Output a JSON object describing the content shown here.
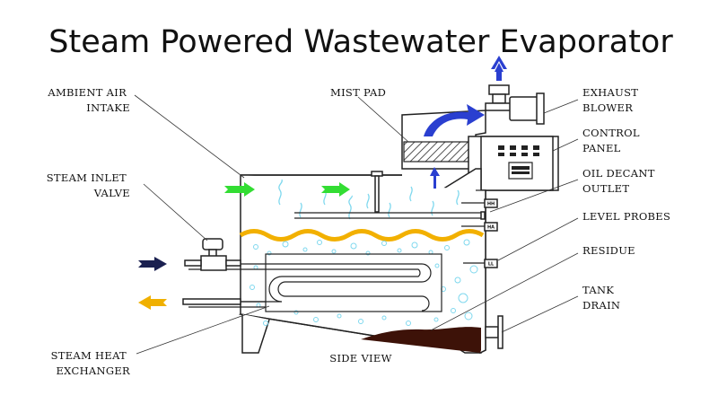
{
  "title": "Steam Powered Wastewater Evaporator",
  "labels": {
    "ambient_air_intake": [
      "AMBIENT AIR",
      "INTAKE"
    ],
    "steam_inlet_valve": [
      "STEAM INLET",
      "VALVE"
    ],
    "steam_heat_exchanger": [
      "STEAM HEAT",
      "EXCHANGER"
    ],
    "mist_pad": "MIST PAD",
    "exhaust_blower": [
      "EXHAUST",
      "BLOWER"
    ],
    "control_panel": [
      "CONTROL",
      "PANEL"
    ],
    "oil_decant_outlet": [
      "OIL DECANT",
      "OUTLET"
    ],
    "level_probes": "LEVEL PROBES",
    "residue": "RESIDUE",
    "tank_drain": [
      "TANK",
      "DRAIN"
    ],
    "side_view": "SIDE VIEW"
  },
  "probe_tags": [
    "HH",
    "HA",
    "LL"
  ],
  "colors": {
    "air_arrow": "#33dd33",
    "exhaust_arrow": "#2a3fd0",
    "steam_in_arrow": "#1a2050",
    "steam_out_arrow": "#f0b000",
    "water_surface": "#f2b000",
    "bubbles": "#7fd8ee",
    "vapor": "#7fd8ee",
    "residue": "#3d1208"
  }
}
